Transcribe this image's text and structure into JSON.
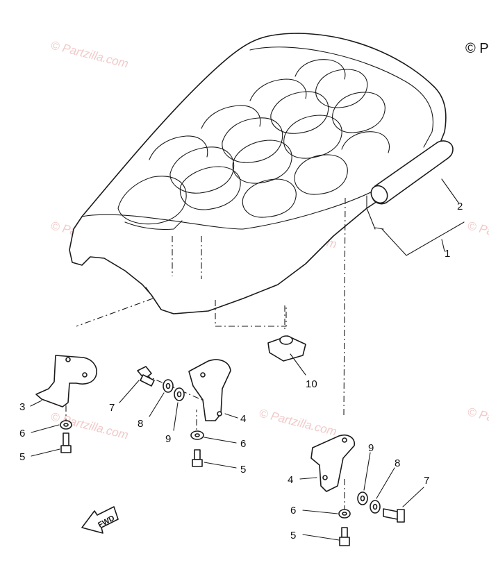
{
  "copyright": "© P",
  "watermark": "© Partzilla.com",
  "fwd_label": "FWD",
  "callouts": {
    "seat_assembly": "1",
    "grab_bar": "2",
    "bracket_front": "3",
    "bracket_left": "4",
    "bracket_right": "4",
    "bolt_left": "5",
    "bolt_center": "5",
    "bolt_right": "5",
    "washer_left": "6",
    "washer_center": "6",
    "washer_right": "6",
    "screw_center": "7",
    "screw_right": "7",
    "washer_center_8": "8",
    "washer_right_8": "8",
    "washer_center_9": "9",
    "washer_right_9": "9",
    "nut_plate": "10"
  }
}
